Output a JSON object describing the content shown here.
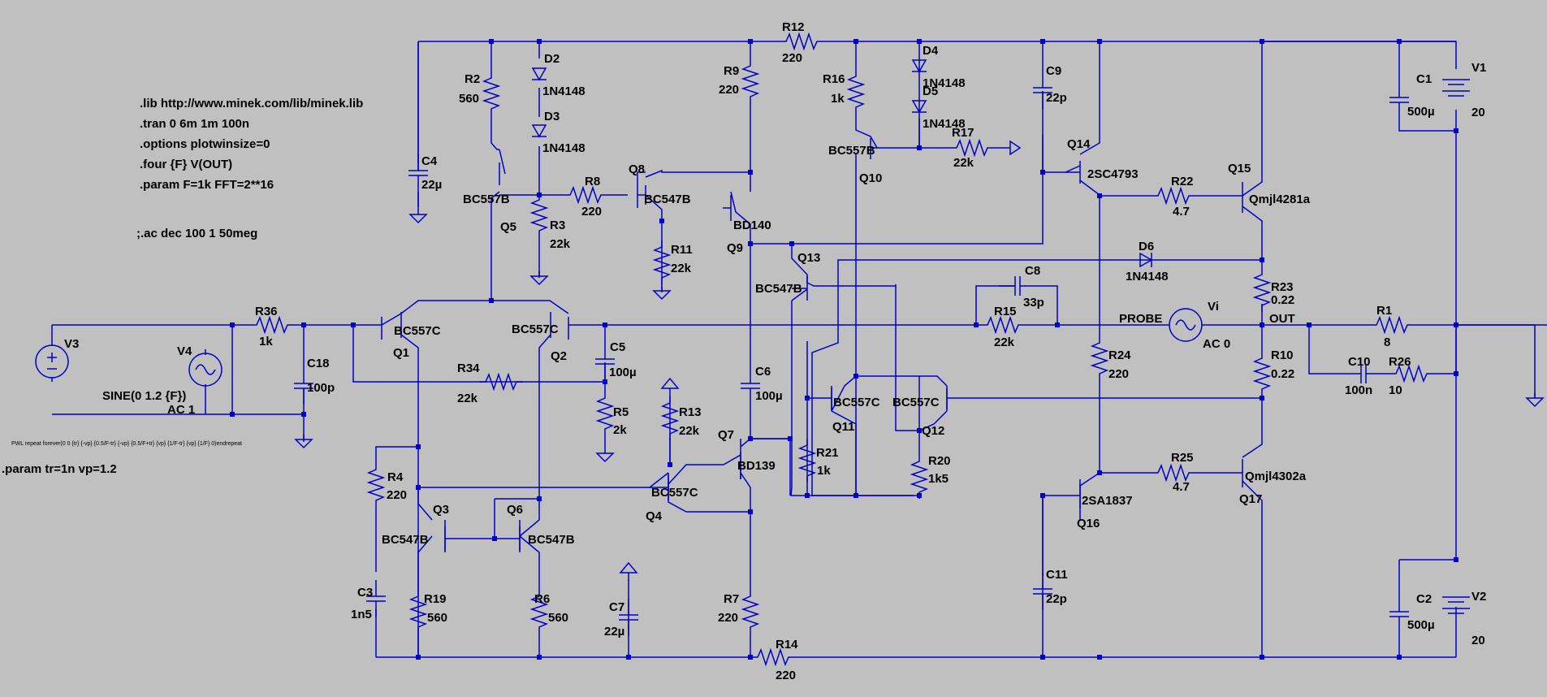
{
  "colors": {
    "background": "#c0c0c0",
    "wire": "#0000cc",
    "text": "#000000"
  },
  "directives": {
    "lib": ".lib http://www.minek.com/lib/minek.lib",
    "tran": ".tran 0 6m 1m 100n",
    "options": ".options plotwinsize=0",
    "four": ".four {F} V(OUT)",
    "param_f": ".param F=1k FFT=2**16",
    "ac": ";.ac dec 100 1 50meg",
    "pwl": "PWL repeat forever(0 0 {tr} {-vp} {0.5/F-tr} {-vp} {0.5/F+tr} {vp} {1/F-tr} {vp} {1/F} 0)endrepeat",
    "param_tr": ".param tr=1n vp=1.2"
  },
  "nets": {
    "probe": "PROBE",
    "out": "OUT"
  },
  "components": {
    "V1": {
      "name": "V1",
      "value": "20"
    },
    "V2": {
      "name": "V2",
      "value": "20"
    },
    "V3": {
      "name": "V3"
    },
    "V4": {
      "name": "V4",
      "value": "SINE(0 1.2 {F})",
      "ac": "AC 1"
    },
    "Vi": {
      "name": "Vi",
      "value": "AC 0"
    },
    "C1": {
      "name": "C1",
      "value": "500µ"
    },
    "C2": {
      "name": "C2",
      "value": "500µ"
    },
    "C3": {
      "name": "C3",
      "value": "1n5"
    },
    "C4": {
      "name": "C4",
      "value": "22µ"
    },
    "C5": {
      "name": "C5",
      "value": "100µ"
    },
    "C6": {
      "name": "C6",
      "value": "100µ"
    },
    "C7": {
      "name": "C7",
      "value": "22µ"
    },
    "C8": {
      "name": "C8",
      "value": "33p"
    },
    "C9": {
      "name": "C9",
      "value": "22p"
    },
    "C10": {
      "name": "C10",
      "value": "100n"
    },
    "C11": {
      "name": "C11",
      "value": "22p"
    },
    "C18": {
      "name": "C18",
      "value": "100p"
    },
    "R1": {
      "name": "R1",
      "value": "8"
    },
    "R2": {
      "name": "R2",
      "value": "560"
    },
    "R3": {
      "name": "R3",
      "value": "22k"
    },
    "R4": {
      "name": "R4",
      "value": "220"
    },
    "R5": {
      "name": "R5",
      "value": "2k"
    },
    "R6": {
      "name": "R6",
      "value": "560"
    },
    "R7": {
      "name": "R7",
      "value": "220"
    },
    "R8": {
      "name": "R8",
      "value": "220"
    },
    "R9": {
      "name": "R9",
      "value": "220"
    },
    "R10": {
      "name": "R10",
      "value": "0.22"
    },
    "R11": {
      "name": "R11",
      "value": "22k"
    },
    "R12": {
      "name": "R12",
      "value": "220"
    },
    "R13": {
      "name": "R13",
      "value": "22k"
    },
    "R14": {
      "name": "R14",
      "value": "220"
    },
    "R15": {
      "name": "R15",
      "value": "22k"
    },
    "R16": {
      "name": "R16",
      "value": "1k"
    },
    "R17": {
      "name": "R17",
      "value": "22k"
    },
    "R19": {
      "name": "R19",
      "value": "560"
    },
    "R20": {
      "name": "R20",
      "value": "1k5"
    },
    "R21": {
      "name": "R21",
      "value": "1k"
    },
    "R22": {
      "name": "R22",
      "value": "4.7"
    },
    "R23": {
      "name": "R23",
      "value": "0.22"
    },
    "R24": {
      "name": "R24",
      "value": "220"
    },
    "R25": {
      "name": "R25",
      "value": "4.7"
    },
    "R26": {
      "name": "R26",
      "value": "10"
    },
    "R34": {
      "name": "R34",
      "value": "22k"
    },
    "R36": {
      "name": "R36",
      "value": "1k"
    },
    "D2": {
      "name": "D2",
      "value": "1N4148"
    },
    "D3": {
      "name": "D3",
      "value": "1N4148"
    },
    "D4": {
      "name": "D4",
      "value": "1N4148"
    },
    "D5": {
      "name": "D5",
      "value": "1N4148"
    },
    "D6": {
      "name": "D6",
      "value": "1N4148"
    },
    "Q1": {
      "name": "Q1",
      "value": "BC557C"
    },
    "Q2": {
      "name": "Q2",
      "value": "BC557C"
    },
    "Q3": {
      "name": "Q3",
      "value": "BC547B"
    },
    "Q4": {
      "name": "Q4",
      "value": "BC557C"
    },
    "Q5": {
      "name": "Q5",
      "value": "BC557B"
    },
    "Q6": {
      "name": "Q6",
      "value": "BC547B"
    },
    "Q7": {
      "name": "Q7",
      "value": "BD139"
    },
    "Q8": {
      "name": "Q8",
      "value": "BC547B"
    },
    "Q9": {
      "name": "Q9",
      "value": "BD140"
    },
    "Q10": {
      "name": "Q10",
      "value": "BC557B"
    },
    "Q11": {
      "name": "Q11",
      "value": "BC557C"
    },
    "Q12": {
      "name": "Q12",
      "value": "BC557C"
    },
    "Q13": {
      "name": "Q13",
      "value": "BC547B"
    },
    "Q14": {
      "name": "Q14",
      "value": "2SC4793"
    },
    "Q15": {
      "name": "Q15",
      "value": "Qmjl4281a"
    },
    "Q16": {
      "name": "Q16",
      "value": "2SA1837"
    },
    "Q17": {
      "name": "Q17",
      "value": "Qmjl4302a"
    }
  }
}
